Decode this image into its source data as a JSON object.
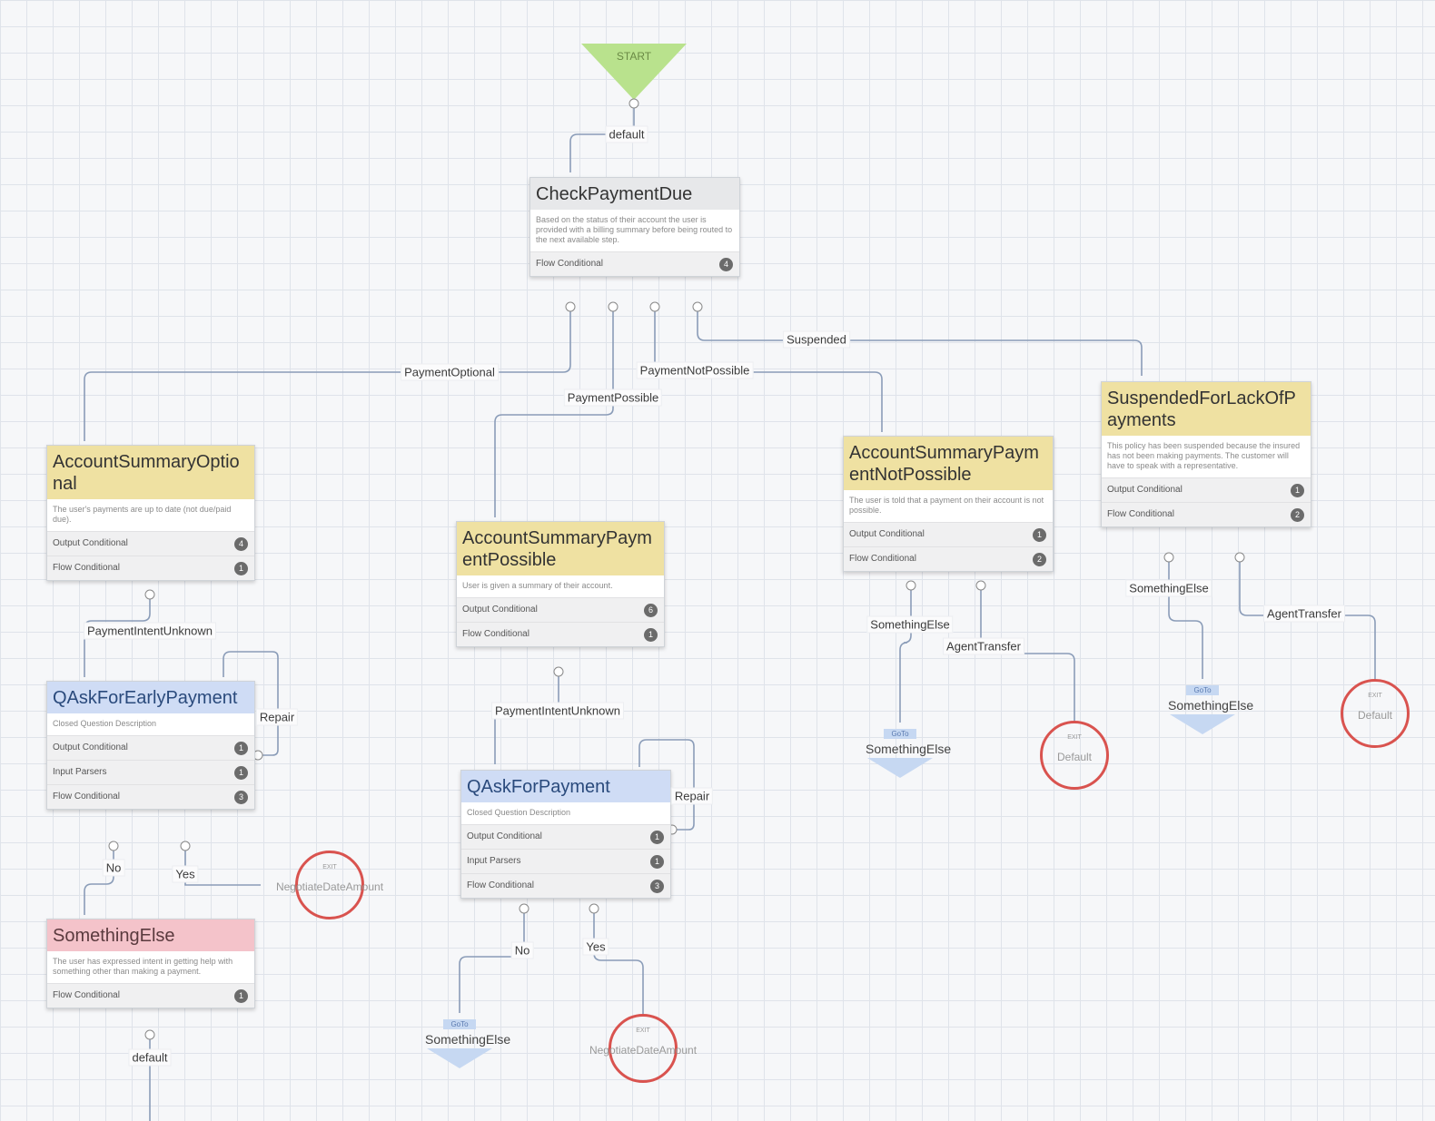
{
  "start": {
    "label": "START"
  },
  "nodes": {
    "check": {
      "title": "CheckPaymentDue",
      "desc": "Based on the status of their account the user is provided with a billing summary before being routed to the next available step.",
      "rows": [
        {
          "label": "Flow Conditional",
          "count": "4"
        }
      ]
    },
    "optional": {
      "title": "AccountSummaryOptional",
      "desc": "The user's payments are up to date (not due/paid due).",
      "rows": [
        {
          "label": "Output Conditional",
          "count": "4"
        },
        {
          "label": "Flow Conditional",
          "count": "1"
        }
      ]
    },
    "possible": {
      "title": "AccountSummaryPaymentPossible",
      "desc": "User is given a summary of their account.",
      "rows": [
        {
          "label": "Output Conditional",
          "count": "6"
        },
        {
          "label": "Flow Conditional",
          "count": "1"
        }
      ]
    },
    "notpossible": {
      "title": "AccountSummaryPaymentNotPossible",
      "desc": "The user is told that a payment on their account is not possible.",
      "rows": [
        {
          "label": "Output Conditional",
          "count": "1"
        },
        {
          "label": "Flow Conditional",
          "count": "2"
        }
      ]
    },
    "suspended": {
      "title": "SuspendedForLackOfPayments",
      "desc": "This policy has been suspended because the insured has not been making payments. The customer will have to speak with a representative.",
      "rows": [
        {
          "label": "Output Conditional",
          "count": "1"
        },
        {
          "label": "Flow Conditional",
          "count": "2"
        }
      ]
    },
    "qearly": {
      "title": "QAskForEarlyPayment",
      "desc": "Closed Question Description",
      "rows": [
        {
          "label": "Output Conditional",
          "count": "1"
        },
        {
          "label": "Input Parsers",
          "count": "1"
        },
        {
          "label": "Flow Conditional",
          "count": "3"
        }
      ]
    },
    "qpay": {
      "title": "QAskForPayment",
      "desc": "Closed Question Description",
      "rows": [
        {
          "label": "Output Conditional",
          "count": "1"
        },
        {
          "label": "Input Parsers",
          "count": "1"
        },
        {
          "label": "Flow Conditional",
          "count": "3"
        }
      ]
    },
    "something": {
      "title": "SomethingElse",
      "desc": "The user has expressed intent in getting help with something other than making a payment.",
      "rows": [
        {
          "label": "Flow Conditional",
          "count": "1"
        }
      ]
    }
  },
  "edges": {
    "default1": "default",
    "paymentOptional": "PaymentOptional",
    "paymentPossible": "PaymentPossible",
    "paymentNotPossible": "PaymentNotPossible",
    "suspended": "Suspended",
    "intentUnknown1": "PaymentIntentUnknown",
    "intentUnknown2": "PaymentIntentUnknown",
    "repair1": "Repair",
    "repair2": "Repair",
    "no1": "No",
    "yes1": "Yes",
    "no2": "No",
    "yes2": "Yes",
    "somethingElse1": "SomethingElse",
    "agentTransfer1": "AgentTransfer",
    "somethingElse2": "SomethingElse",
    "agentTransfer2": "AgentTransfer",
    "default2": "default"
  },
  "gotos": {
    "tag": "GoTo",
    "g1": "SomethingElse",
    "g2": "SomethingElse",
    "g3": "SomethingElse"
  },
  "exits": {
    "tag": "EXIT",
    "e1": "NegotiateDateAmount",
    "e2": "NegotiateDateAmount",
    "e3": "Default",
    "e4": "Default"
  },
  "colors": {
    "start": "#b9e28d",
    "decision": "#efe1a2",
    "question": "#cfdcf5",
    "other": "#f4c3ca",
    "exit": "#d9534f",
    "goto": "#c6d8f2"
  }
}
